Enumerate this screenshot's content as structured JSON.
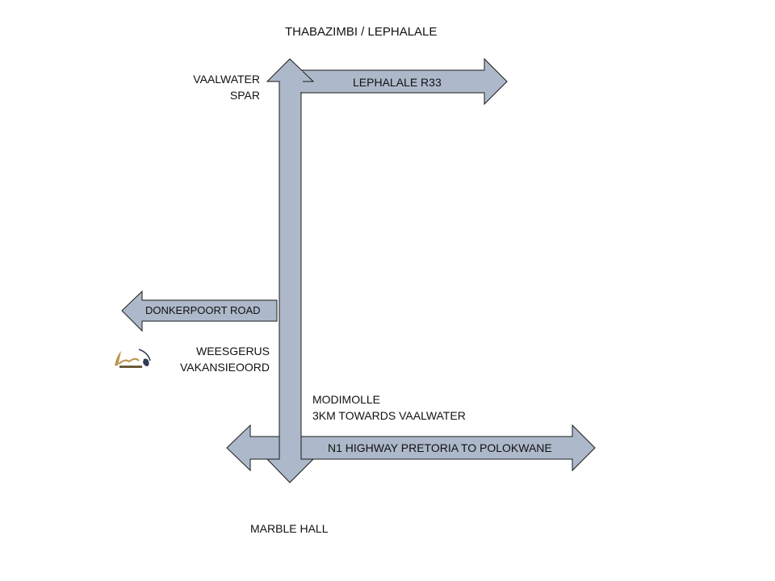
{
  "map": {
    "title_north": "THABAZIMBI / LEPHALALE",
    "title_south": "MARBLE HALL",
    "colors": {
      "arrow_fill": "#adb9ca",
      "arrow_stroke": "#1a1a1a",
      "text": "#111111",
      "background": "#ffffff"
    },
    "landmarks": {
      "vaalwater": {
        "line1": "VAALWATER",
        "line2": "SPAR"
      },
      "weesgerus": {
        "line1": "WEESGERUS",
        "line2": "VAKANSIEOORD"
      },
      "modimolle": {
        "line1": "MODIMOLLE",
        "line2": "3KM TOWARDS VAALWATER"
      }
    },
    "roads": {
      "r33": {
        "label": "LEPHALALE R33",
        "direction": "east"
      },
      "donkerpoort": {
        "label": "DONKERPOORT ROAD",
        "direction": "west"
      },
      "n1": {
        "label": "N1 HIGHWAY PRETORIA TO POLOKWANE",
        "direction": "east-west"
      },
      "main": {
        "label": "",
        "direction": "north-south"
      }
    },
    "logo": {
      "icon": "resort-logo-icon",
      "description": "gold script logo with antelope/gemsbok head"
    }
  }
}
